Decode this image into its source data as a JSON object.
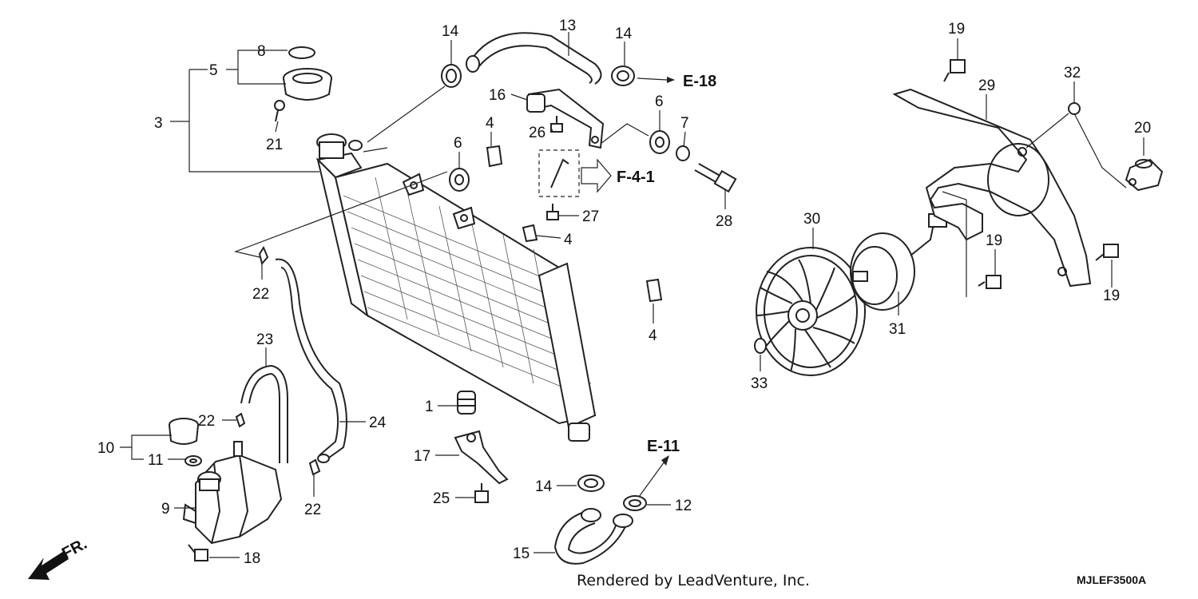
{
  "callouts": [
    {
      "id": "c1",
      "text": "1"
    },
    {
      "id": "c3",
      "text": "3"
    },
    {
      "id": "c4a",
      "text": "4"
    },
    {
      "id": "c4b",
      "text": "4"
    },
    {
      "id": "c4c",
      "text": "4"
    },
    {
      "id": "c5",
      "text": "5"
    },
    {
      "id": "c6a",
      "text": "6"
    },
    {
      "id": "c6b",
      "text": "6"
    },
    {
      "id": "c7",
      "text": "7"
    },
    {
      "id": "c8",
      "text": "8"
    },
    {
      "id": "c9",
      "text": "9"
    },
    {
      "id": "c10",
      "text": "10"
    },
    {
      "id": "c11",
      "text": "11"
    },
    {
      "id": "c12",
      "text": "12"
    },
    {
      "id": "c13",
      "text": "13"
    },
    {
      "id": "c14a",
      "text": "14"
    },
    {
      "id": "c14b",
      "text": "14"
    },
    {
      "id": "c14c",
      "text": "14"
    },
    {
      "id": "c15",
      "text": "15"
    },
    {
      "id": "c16",
      "text": "16"
    },
    {
      "id": "c17",
      "text": "17"
    },
    {
      "id": "c18",
      "text": "18"
    },
    {
      "id": "c19a",
      "text": "19"
    },
    {
      "id": "c19b",
      "text": "19"
    },
    {
      "id": "c19c",
      "text": "19"
    },
    {
      "id": "c20",
      "text": "20"
    },
    {
      "id": "c21",
      "text": "21"
    },
    {
      "id": "c22a",
      "text": "22"
    },
    {
      "id": "c22b",
      "text": "22"
    },
    {
      "id": "c22c",
      "text": "22"
    },
    {
      "id": "c23",
      "text": "23"
    },
    {
      "id": "c24",
      "text": "24"
    },
    {
      "id": "c25",
      "text": "25"
    },
    {
      "id": "c26",
      "text": "26"
    },
    {
      "id": "c27",
      "text": "27"
    },
    {
      "id": "c28",
      "text": "28"
    },
    {
      "id": "c29",
      "text": "29"
    },
    {
      "id": "c30",
      "text": "30"
    },
    {
      "id": "c31",
      "text": "31"
    },
    {
      "id": "c32",
      "text": "32"
    },
    {
      "id": "c33",
      "text": "33"
    }
  ],
  "references": {
    "e18": "E-18",
    "f41": "F-4-1",
    "e11": "E-11"
  },
  "front_marker": "FR.",
  "footer": "Rendered by LeadVenture, Inc.",
  "diagram_code": "MJLEF3500A"
}
